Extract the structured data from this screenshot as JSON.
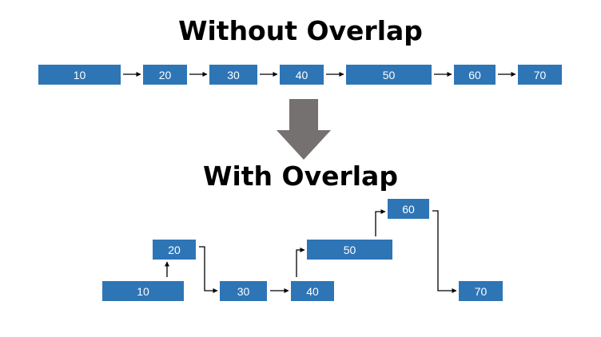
{
  "titles": {
    "without_overlap": "Without Overlap",
    "with_overlap": "With Overlap"
  },
  "colors": {
    "box_fill": "#2e75b6",
    "box_text": "#ffffff",
    "connector": "#000000",
    "big_arrow": "#767171"
  },
  "without_overlap": {
    "tasks": [
      "10",
      "20",
      "30",
      "40",
      "50",
      "60",
      "70"
    ]
  },
  "with_overlap": {
    "tasks": [
      "10",
      "20",
      "30",
      "40",
      "50",
      "60",
      "70"
    ]
  }
}
